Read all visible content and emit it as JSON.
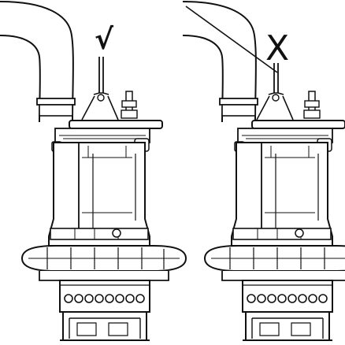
{
  "figure": {
    "panels": [
      {
        "id": "left",
        "verdict": "correct",
        "mark": "√",
        "mark_icon": "check-mark-icon",
        "description_hidden": false
      },
      {
        "id": "right",
        "verdict": "incorrect",
        "mark": "X",
        "mark_icon": "cross-mark-icon",
        "description_hidden": false
      }
    ],
    "strainer_holes_per_pump": 8,
    "colors": {
      "line": "#111111",
      "background": "#ffffff"
    }
  }
}
